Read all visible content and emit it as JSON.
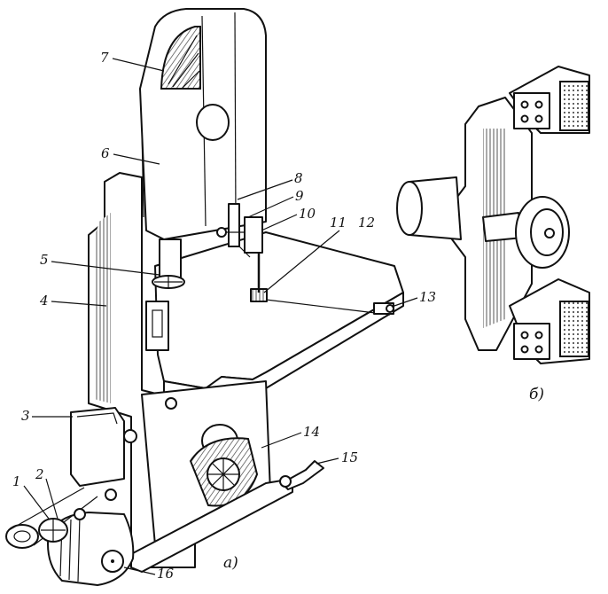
{
  "labels": {
    "l1": "1",
    "l2": "2",
    "l3": "3",
    "l4": "4",
    "l5": "5",
    "l6": "6",
    "l7": "7",
    "l8": "8",
    "l9": "9",
    "l10": "10",
    "l11": "11",
    "l12": "12",
    "l13": "13",
    "l14": "14",
    "l15": "15",
    "l16": "16"
  },
  "captions": {
    "a": "а)",
    "b": "б)"
  },
  "colors": {
    "ink": "#111111",
    "paper": "#ffffff",
    "hatch": "#555555"
  }
}
